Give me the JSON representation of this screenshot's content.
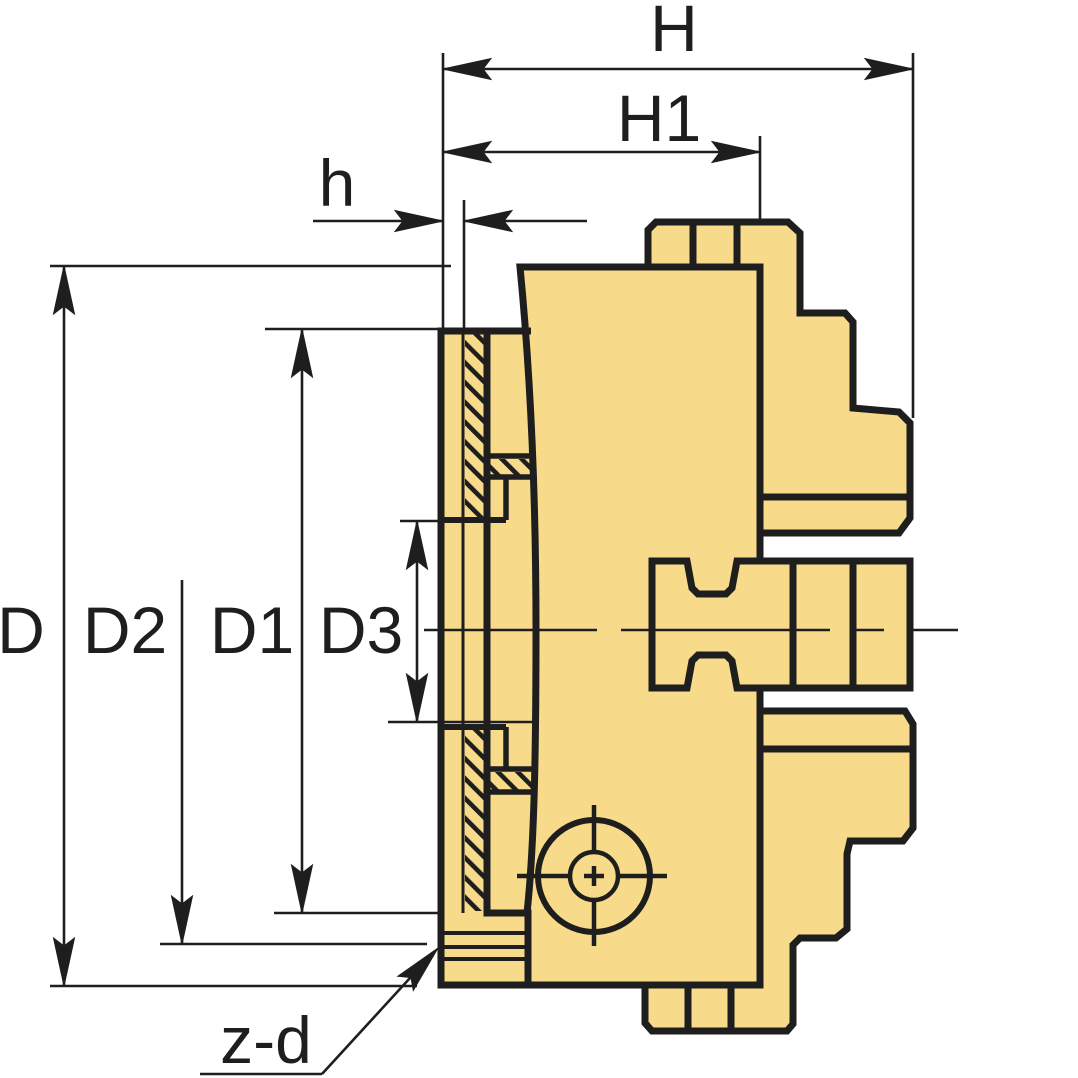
{
  "meta": {
    "type": "technical-drawing",
    "subject": "Lathe chuck cross-section with dimension callouts"
  },
  "colors": {
    "background": "#FFFFFF",
    "part_fill": "#F8DB8A",
    "line": "#1E1E1E"
  },
  "labels": {
    "H": "H",
    "H1": "H1",
    "h": "h",
    "D": "D",
    "D2": "D2",
    "D1": "D1",
    "D3": "D3",
    "zd": "z-d"
  }
}
